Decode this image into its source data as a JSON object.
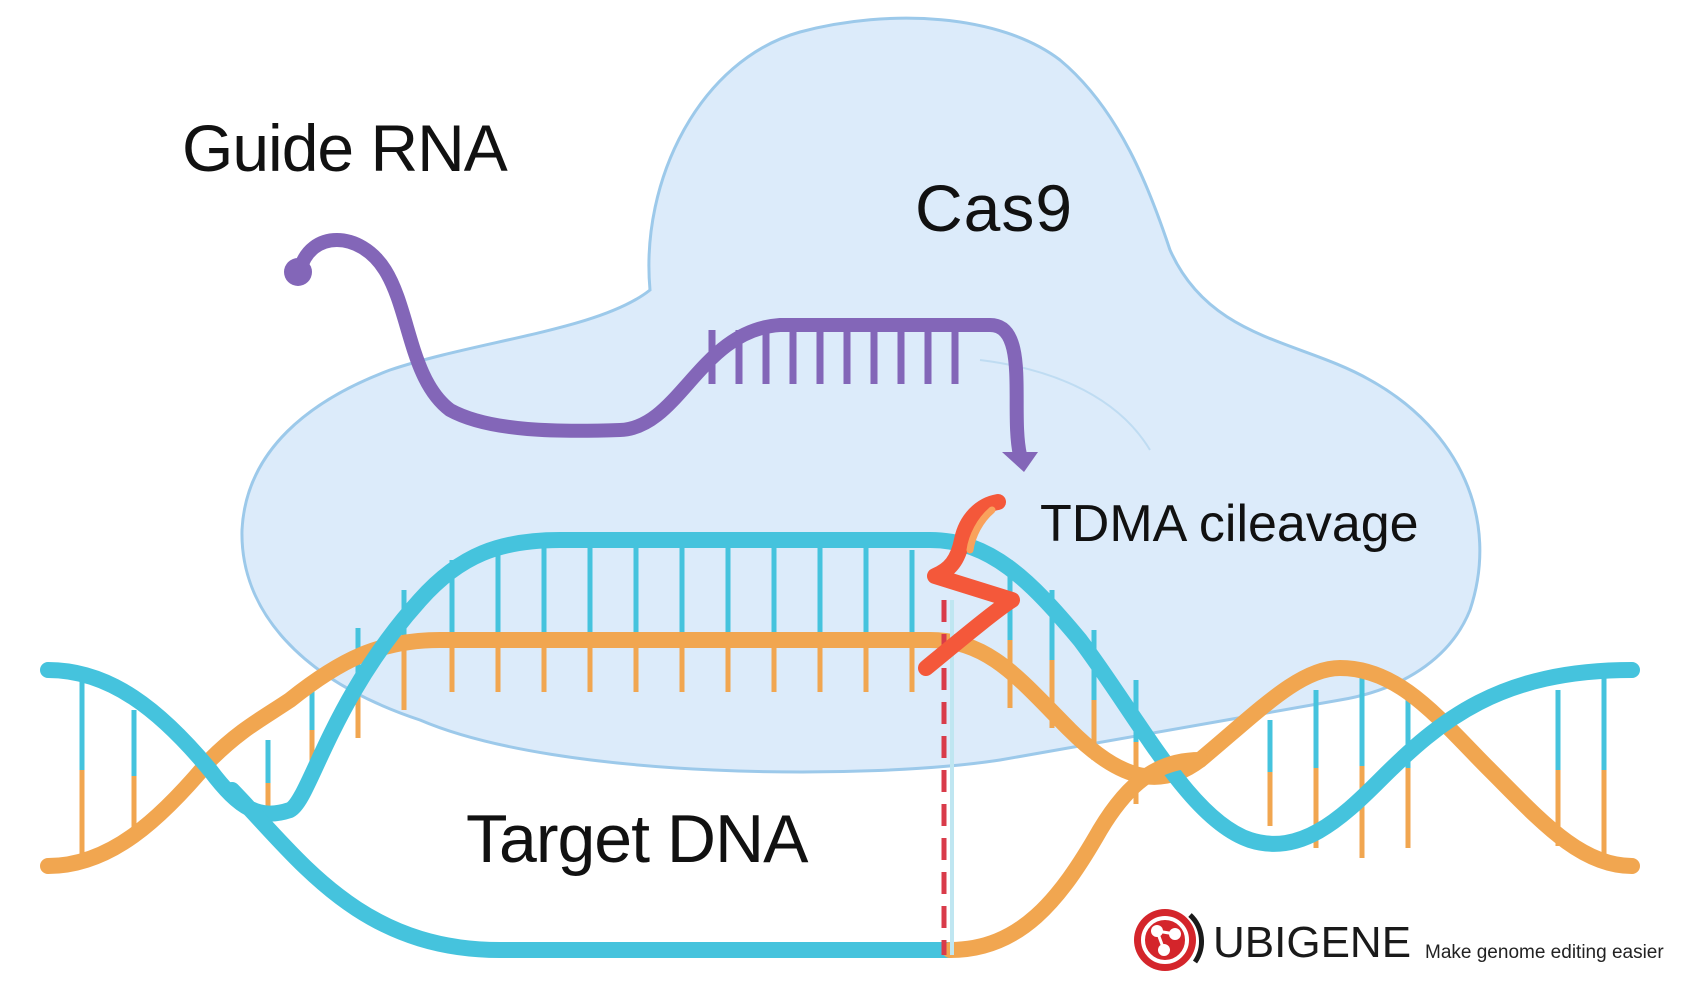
{
  "labels": {
    "guide_rna": "Guide RNA",
    "cas9": "Cas9",
    "cleavage": "TDMA cileavage",
    "target_dna": "Target DNA"
  },
  "brand": {
    "name": "UBIGENE",
    "tagline": "Make genome editing easier",
    "logo_icon": "ubigene-logo-icon"
  },
  "colors": {
    "cas9_fill": "#dcebfa",
    "cas9_outline": "#9cc9ea",
    "dna_strand_cyan": "#45c3dd",
    "dna_strand_orange": "#f1a650",
    "guide_rna": "#8366b8",
    "cut_marker": "#f4583a",
    "cut_line": "#d93b4a",
    "logo_red": "#d4252b"
  }
}
